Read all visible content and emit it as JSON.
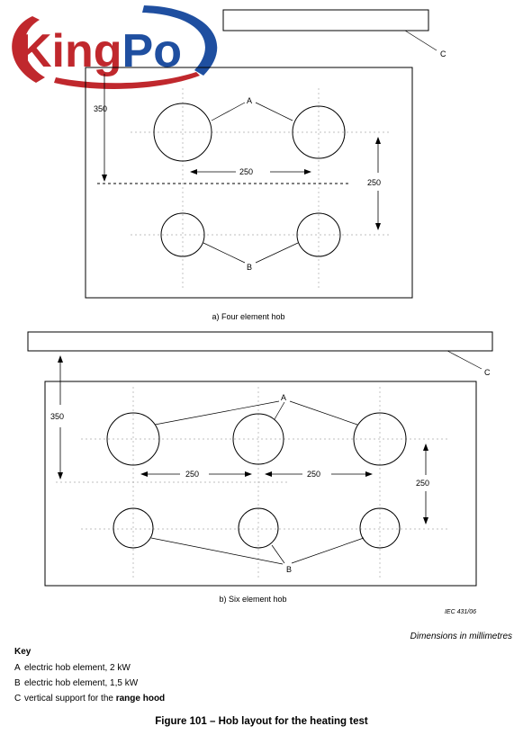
{
  "logo": {
    "text": "KingPo",
    "colors": {
      "king": "#c0282d",
      "po": "#1f4fa0",
      "ring": "#c0282d",
      "ring_blue": "#1f4fa0"
    }
  },
  "figure_a": {
    "caption": "a) Four element hob",
    "label_A": "A",
    "label_B": "B",
    "label_C": "C",
    "dim_350": "350",
    "dim_250_h": "250",
    "dim_250_v": "250"
  },
  "figure_b": {
    "caption": "b) Six element hob",
    "label_A": "A",
    "label_B": "B",
    "label_C": "C",
    "dim_350": "350",
    "dim_250_h1": "250",
    "dim_250_h2": "250",
    "dim_250_v": "250"
  },
  "iec_ref": "IEC   431/06",
  "dimensions_note": "Dimensions in millimetres",
  "key": {
    "title": "Key",
    "items": [
      {
        "letter": "A",
        "text": "electric hob element, 2 kW"
      },
      {
        "letter": "B",
        "text": "electric hob element, 1,5 kW"
      },
      {
        "letter": "C",
        "text_plain": "vertical support for the",
        "text_bold": "range hood"
      }
    ]
  },
  "figure_title": "Figure 101 – Hob layout for the heating test"
}
